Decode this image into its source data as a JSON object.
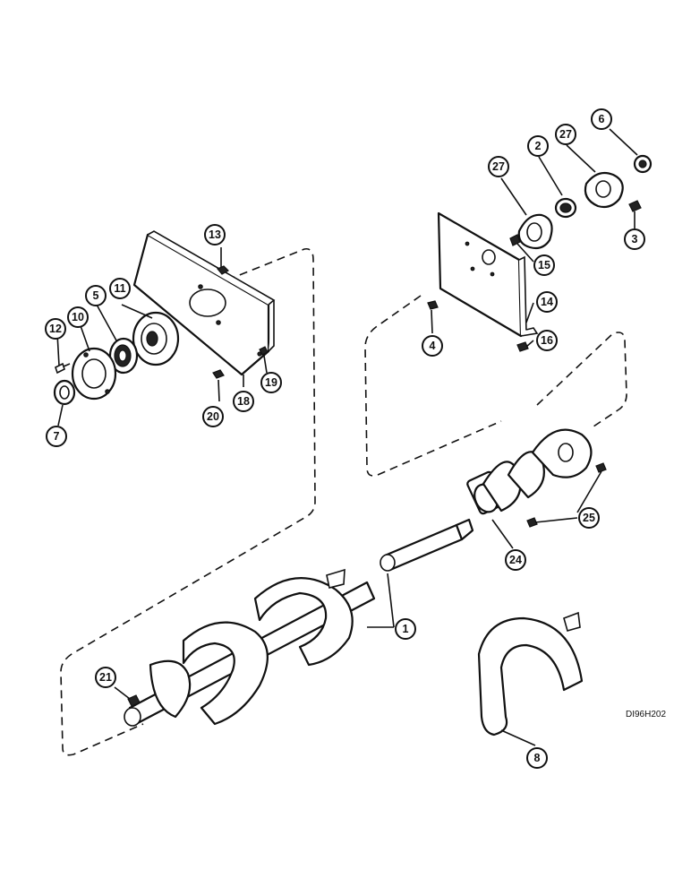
{
  "drawing_code": "DI96H202",
  "callouts": {
    "c1": "1",
    "c2": "2",
    "c3": "3",
    "c4": "4",
    "c5": "5",
    "c6": "6",
    "c7": "7",
    "c8": "8",
    "c10": "10",
    "c11": "11",
    "c12": "12",
    "c13": "13",
    "c14": "14",
    "c15": "15",
    "c16": "16",
    "c18": "18",
    "c19": "19",
    "c20": "20",
    "c21": "21",
    "c24": "24",
    "c25": "25",
    "c27a": "27",
    "c27b": "27"
  }
}
